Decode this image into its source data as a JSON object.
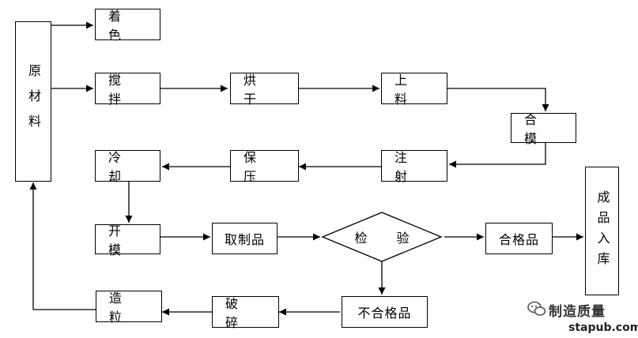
{
  "nodes": {
    "raw_material": "原材料",
    "coloring": "着 色",
    "mixing": "搅 拌",
    "drying": "烘 干",
    "loading": "上 料",
    "mold_closing": "合 模",
    "injection": "注 射",
    "pressure_holding": "保 压",
    "cooling": "冷 却",
    "mold_opening": "开 模",
    "part_removal": "取制品",
    "inspection": "检 验",
    "qualified": "合格品",
    "warehousing": "成品入库",
    "unqualified": "不合格品",
    "crushing": "破 碎",
    "pelletizing": "造 粒"
  },
  "watermark": {
    "brand": "制造质量",
    "url": "stapub.com"
  }
}
